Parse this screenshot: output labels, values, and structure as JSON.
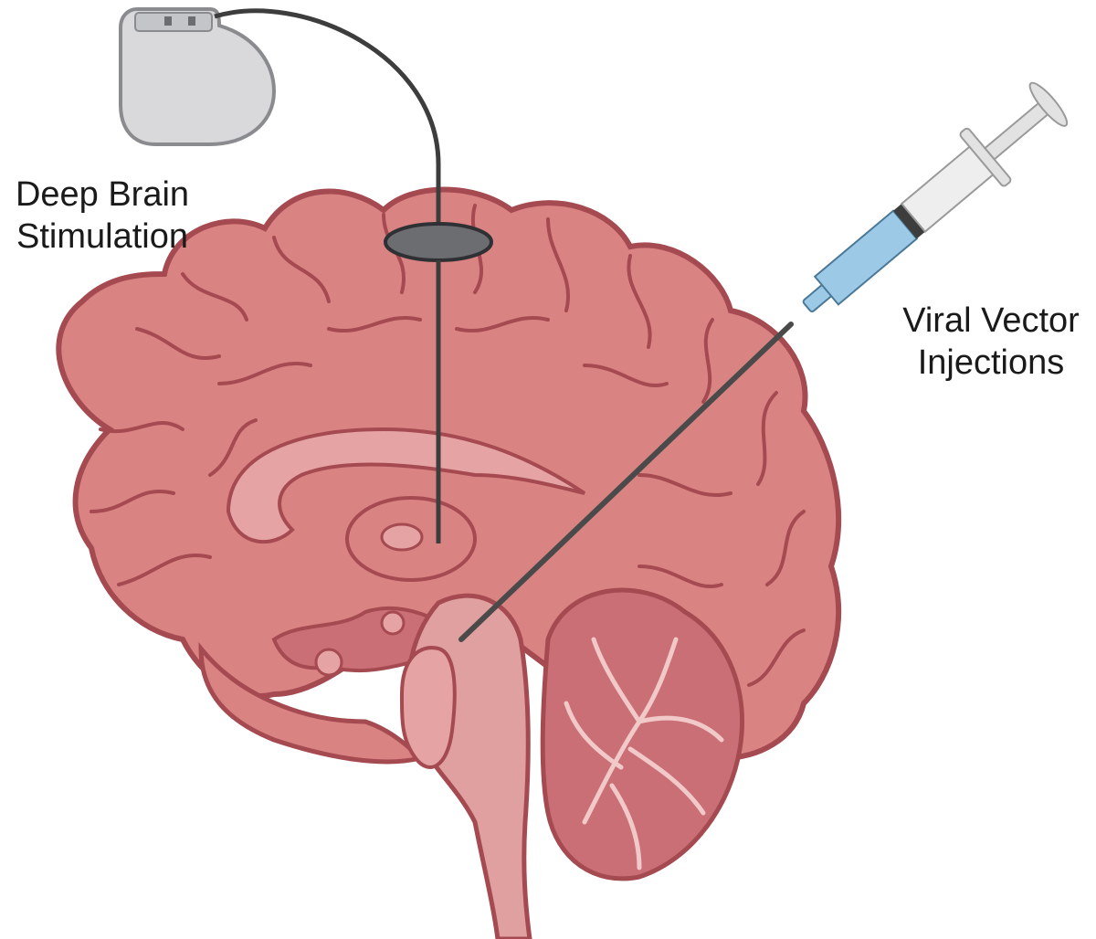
{
  "labels": {
    "deep_brain_stimulation": {
      "line1": "Deep Brain",
      "line2": "Stimulation"
    },
    "viral_vector_injections": {
      "line1": "Viral Vector",
      "line2": "Injections"
    }
  },
  "colors": {
    "brain_fill": "#d98383",
    "brain_dark": "#b85a5e",
    "brain_outline": "#a54a50",
    "brain_light": "#e6a3a3",
    "brainstem": "#e0a0a0",
    "cerebellum": "#c96f75",
    "stimulator_body": "#d9d9db",
    "electrode_lead": "#3d3d3d",
    "electrode_cap": "#6b6d70",
    "syringe_fluid": "#9cc9e6",
    "needle": "#4a4a4a"
  },
  "icons": {
    "stimulator": "pulse-generator-icon",
    "syringe": "syringe-icon",
    "brain": "brain-sagittal-icon"
  }
}
